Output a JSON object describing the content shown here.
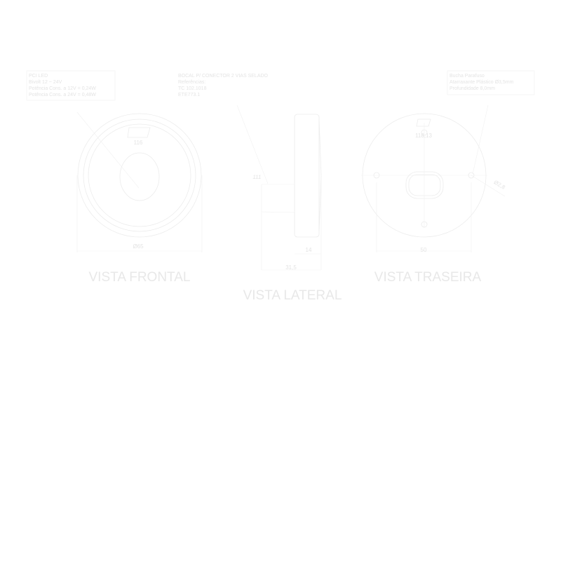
{
  "notes": {
    "pci": [
      "PCI LED",
      "Bivolt 12 ~ 24V",
      "Potência Cons. a 12V = 0,24W",
      "Potência Cons. a 24V = 0,48W"
    ],
    "bocal": [
      "BOCAL P/ CONECTOR 2 VIAS SELADO",
      "Referências:",
      "TC 102.1018",
      "ETE773.1"
    ],
    "bucha": [
      "Bucha Parafuso",
      "Atarraxante Plástico Ø3,5mm",
      "Profundidade 8,0mm"
    ]
  },
  "dimensions": {
    "front_diameter": "Ø65",
    "front_ref": "116",
    "side_height": "111",
    "side_depth": "14",
    "side_total": "31,5",
    "rear_ref": "118,13",
    "rear_width": "50",
    "rear_hole": "Ø2,8"
  },
  "views": {
    "front": "VISTA FRONTAL",
    "side": "VISTA LATERAL",
    "rear": "VISTA TRASEIRA"
  }
}
